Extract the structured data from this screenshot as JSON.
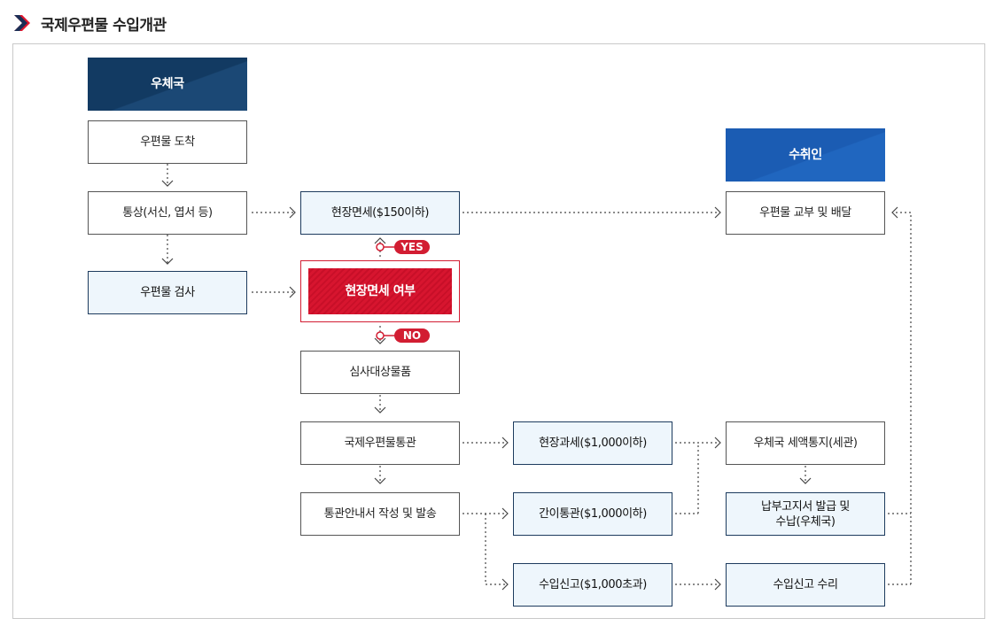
{
  "title": "국제우편물 수입개관",
  "nodes": {
    "post_office": "우체국",
    "arrival": "우편물 도착",
    "ordinary": "통상(서신, 엽서 등)",
    "inspection": "우편물 검사",
    "onsite_exempt": "현장면세($150이하)",
    "exempt_decision": "현장면세 여부",
    "review_items": "심사대상물품",
    "intl_clearance": "국제우편물통관",
    "guide_letter": "통관안내서 작성 및 발송",
    "onsite_tax": "현장과세($1,000이하)",
    "simple_clearance": "간이통관($1,000이하)",
    "import_declaration": "수입신고($1,000초과)",
    "recipient": "수취인",
    "delivery": "우편물 교부 및 배달",
    "tax_notice": "우체국 세액통지(세관)",
    "payment_line1": "납부고지서 발급 및",
    "payment_line2": "수납(우체국)",
    "acceptance": "수입신고 수리"
  },
  "labels": {
    "yes": "YES",
    "no": "NO"
  },
  "colors": {
    "dark_header": "#123a62",
    "blue_header": "#1b5cb3",
    "accent_red": "#d21d32",
    "light_fill": "#eef6fc"
  }
}
